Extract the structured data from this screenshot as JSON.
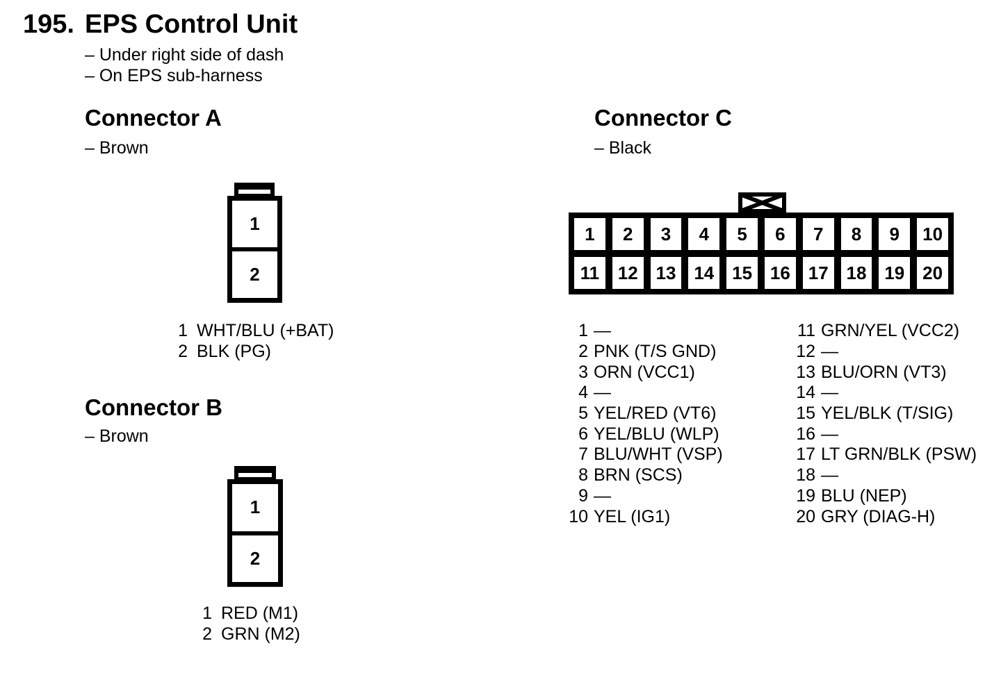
{
  "colors": {
    "ink": "#000000",
    "paper": "#ffffff"
  },
  "page": {
    "number": "195.",
    "title": "EPS Control Unit",
    "notes": [
      "– Under right side of dash",
      "– On EPS sub-harness"
    ]
  },
  "connector_a": {
    "title": "Connector A",
    "color_note": "– Brown",
    "cells": [
      "1",
      "2"
    ],
    "pins": [
      {
        "num": "1",
        "label": "WHT/BLU (+BAT)"
      },
      {
        "num": "2",
        "label": "BLK (PG)"
      }
    ]
  },
  "connector_b": {
    "title": "Connector B",
    "color_note": "– Brown",
    "cells": [
      "1",
      "2"
    ],
    "pins": [
      {
        "num": "1",
        "label": "RED (M1)"
      },
      {
        "num": "2",
        "label": "GRN (M2)"
      }
    ]
  },
  "connector_c": {
    "title": "Connector C",
    "color_note": "– Black",
    "cells_row1": [
      "1",
      "2",
      "3",
      "4",
      "5",
      "6",
      "7",
      "8",
      "9",
      "10"
    ],
    "cells_row2": [
      "11",
      "12",
      "13",
      "14",
      "15",
      "16",
      "17",
      "18",
      "19",
      "20"
    ],
    "pins_left": [
      {
        "num": "1",
        "label": "—"
      },
      {
        "num": "2",
        "label": "PNK (T/S GND)"
      },
      {
        "num": "3",
        "label": "ORN (VCC1)"
      },
      {
        "num": "4",
        "label": "—"
      },
      {
        "num": "5",
        "label": "YEL/RED (VT6)"
      },
      {
        "num": "6",
        "label": "YEL/BLU (WLP)"
      },
      {
        "num": "7",
        "label": "BLU/WHT (VSP)"
      },
      {
        "num": "8",
        "label": "BRN (SCS)"
      },
      {
        "num": "9",
        "label": "—"
      },
      {
        "num": "10",
        "label": "YEL (IG1)"
      }
    ],
    "pins_right": [
      {
        "num": "11",
        "label": "GRN/YEL (VCC2)"
      },
      {
        "num": "12",
        "label": "—"
      },
      {
        "num": "13",
        "label": "BLU/ORN (VT3)"
      },
      {
        "num": "14",
        "label": "—"
      },
      {
        "num": "15",
        "label": "YEL/BLK (T/SIG)"
      },
      {
        "num": "16",
        "label": "—"
      },
      {
        "num": "17",
        "label": "LT GRN/BLK (PSW)"
      },
      {
        "num": "18",
        "label": "—"
      },
      {
        "num": "19",
        "label": "BLU (NEP)"
      },
      {
        "num": "20",
        "label": "GRY (DIAG-H)"
      }
    ]
  }
}
